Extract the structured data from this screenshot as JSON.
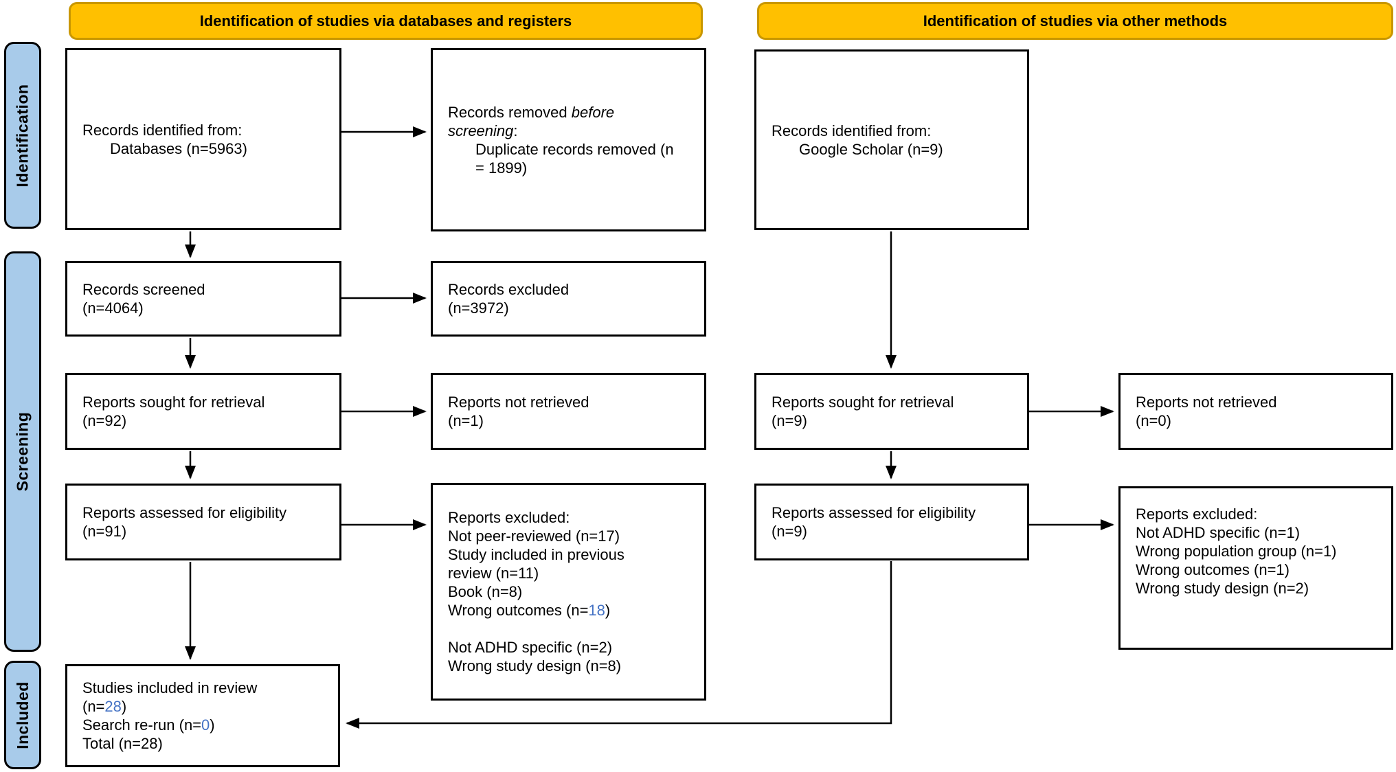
{
  "banners": [
    {
      "label": "Identification of studies via databases and registers"
    },
    {
      "label": "Identification of studies via other methods"
    }
  ],
  "sidebar": [
    {
      "label": "Identification"
    },
    {
      "label": "Screening"
    },
    {
      "label": "Included"
    }
  ],
  "colors": {
    "accent_blue": "#4472C4",
    "banner_fill": "#FFC000",
    "banner_border": "#C99700",
    "sidebar_fill": "#A8CBEA"
  },
  "boxes": {
    "a1": {
      "lines": [
        [
          {
            "t": "Records identified from:"
          }
        ],
        [
          {
            "t": "Databases (n=5963)",
            "indent": true
          }
        ]
      ]
    },
    "b1": {
      "lines": [
        [
          {
            "t": "Records removed "
          },
          {
            "t": "before",
            "i": true
          }
        ],
        [
          {
            "t": "screening",
            "i": true
          },
          {
            "t": ":"
          }
        ],
        [
          {
            "t": "Duplicate records removed (n",
            "indent": true
          }
        ],
        [
          {
            "t": "= 1899)",
            "indent": true
          }
        ]
      ]
    },
    "a2": {
      "lines": [
        [
          {
            "t": "Records screened"
          }
        ],
        [
          {
            "t": "(n=4064)"
          }
        ]
      ]
    },
    "b2": {
      "lines": [
        [
          {
            "t": "Records excluded"
          }
        ],
        [
          {
            "t": "(n=3972)"
          }
        ]
      ]
    },
    "a3": {
      "lines": [
        [
          {
            "t": "Reports sought for retrieval"
          }
        ],
        [
          {
            "t": "(n=92)"
          }
        ]
      ]
    },
    "b3": {
      "lines": [
        [
          {
            "t": "Reports not retrieved"
          }
        ],
        [
          {
            "t": "(n=1)"
          }
        ]
      ]
    },
    "a4": {
      "lines": [
        [
          {
            "t": "Reports assessed for eligibility"
          }
        ],
        [
          {
            "t": "(n=91)"
          }
        ]
      ]
    },
    "b4": {
      "lines": [
        [
          {
            "t": "Reports excluded:"
          }
        ],
        [
          {
            "t": "Not peer-reviewed (n=17)"
          }
        ],
        [
          {
            "t": "Study included in previous"
          }
        ],
        [
          {
            "t": "review (n=11)"
          }
        ],
        [
          {
            "t": "Book (n=8)"
          }
        ],
        [
          {
            "t": "Wrong outcomes (n="
          },
          {
            "t": "18",
            "b": true
          },
          {
            "t": ")"
          }
        ],
        [],
        [
          {
            "t": "Not ADHD specific (n=2)"
          }
        ],
        [
          {
            "t": "Wrong study design (n=8)"
          }
        ]
      ]
    },
    "a5": {
      "lines": [
        [
          {
            "t": "Studies included in review"
          }
        ],
        [
          {
            "t": "(n="
          },
          {
            "t": "28",
            "b": true
          },
          {
            "t": ")"
          }
        ],
        [
          {
            "t": "Search re-run (n="
          },
          {
            "t": "0",
            "b": true
          },
          {
            "t": ")"
          }
        ],
        [
          {
            "t": "Total (n=28)"
          }
        ]
      ]
    },
    "c1": {
      "lines": [
        [
          {
            "t": "Records identified from:"
          }
        ],
        [
          {
            "t": "Google Scholar (n=9)",
            "indent": true
          }
        ]
      ]
    },
    "c3": {
      "lines": [
        [
          {
            "t": "Reports sought for retrieval"
          }
        ],
        [
          {
            "t": "(n=9)"
          }
        ]
      ]
    },
    "d3": {
      "lines": [
        [
          {
            "t": "Reports not retrieved"
          }
        ],
        [
          {
            "t": "(n=0)"
          }
        ]
      ]
    },
    "c4": {
      "lines": [
        [
          {
            "t": "Reports assessed for eligibility"
          }
        ],
        [
          {
            "t": "(n=9)"
          }
        ]
      ]
    },
    "d4": {
      "lines": [
        [
          {
            "t": "Reports excluded:"
          }
        ],
        [
          {
            "t": "Not ADHD specific (n=1)"
          }
        ],
        [
          {
            "t": "Wrong population group (n=1)"
          }
        ],
        [
          {
            "t": "Wrong outcomes (n=1)"
          }
        ],
        [
          {
            "t": "Wrong study design (n=2)"
          }
        ]
      ]
    }
  }
}
